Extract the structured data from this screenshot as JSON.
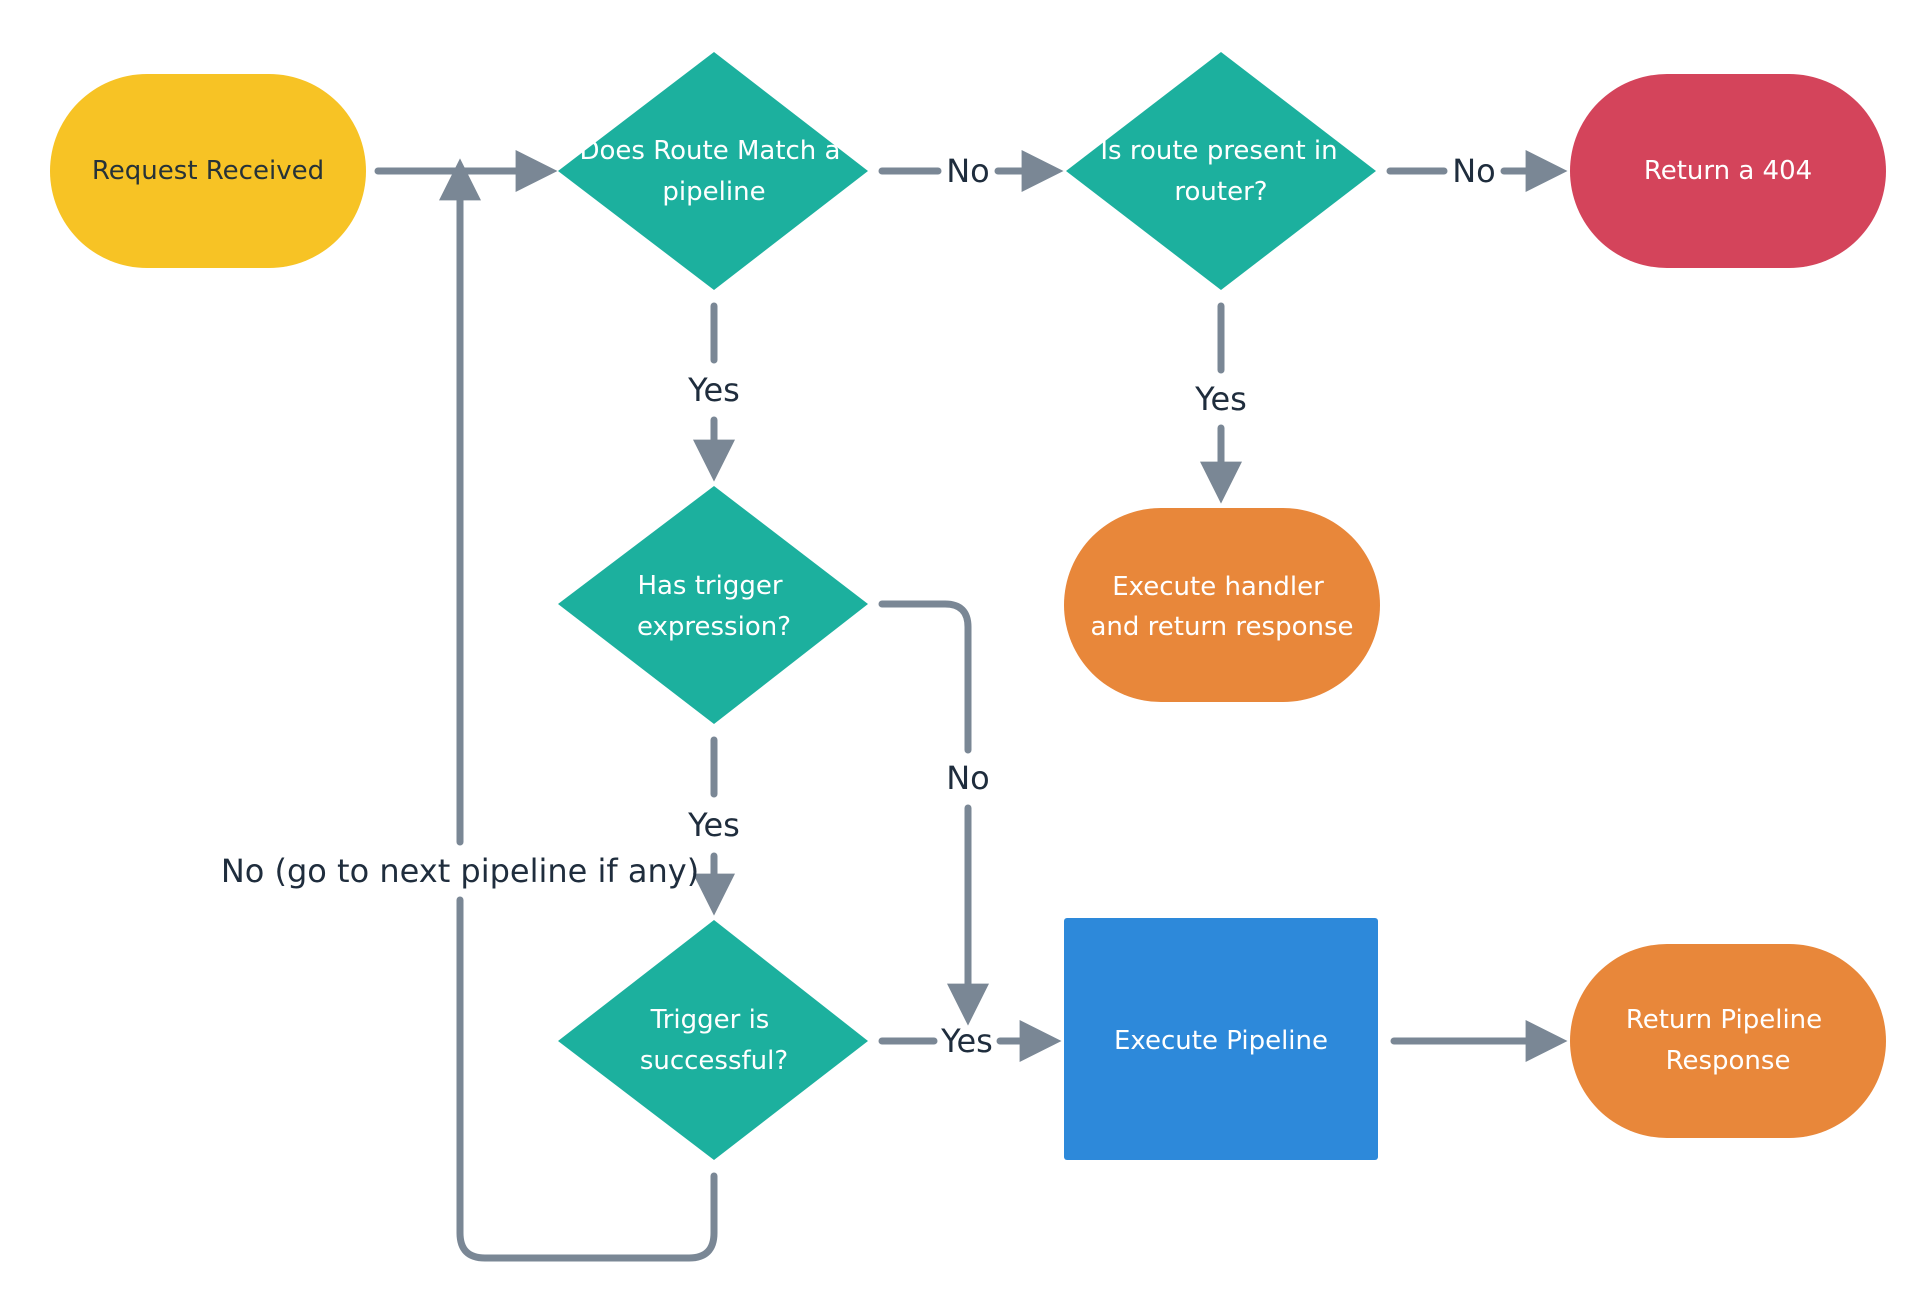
{
  "colors": {
    "edge": "#7a8795",
    "label": "#1f2d3d",
    "start": "#f7c325",
    "decision": "#1cb09e",
    "error": "#d4445b",
    "result": "#e8873a",
    "process": "#2d89da"
  },
  "nodes": {
    "request_received": {
      "label": "Request Received"
    },
    "route_match": {
      "line1": "Does Route Match a",
      "line2": "pipeline"
    },
    "route_present": {
      "line1": "Is route present in",
      "line2": "router?"
    },
    "return_404": {
      "label": "Return a 404"
    },
    "execute_handler": {
      "line1": "Execute handler",
      "line2": "and return response"
    },
    "has_trigger": {
      "line1": "Has trigger",
      "line2": "expression?"
    },
    "trigger_success": {
      "line1": "Trigger is",
      "line2": "successful?"
    },
    "execute_pipeline": {
      "label": "Execute Pipeline"
    },
    "return_pipeline": {
      "line1": "Return Pipeline",
      "line2": "Response"
    }
  },
  "edges": {
    "route_match_no": "No",
    "route_present_no": "No",
    "route_match_yes": "Yes",
    "route_present_yes": "Yes",
    "has_trigger_yes": "Yes",
    "has_trigger_no": "No",
    "trigger_success_yes": "Yes",
    "trigger_success_no": "No (go to next pipeline if any)"
  }
}
